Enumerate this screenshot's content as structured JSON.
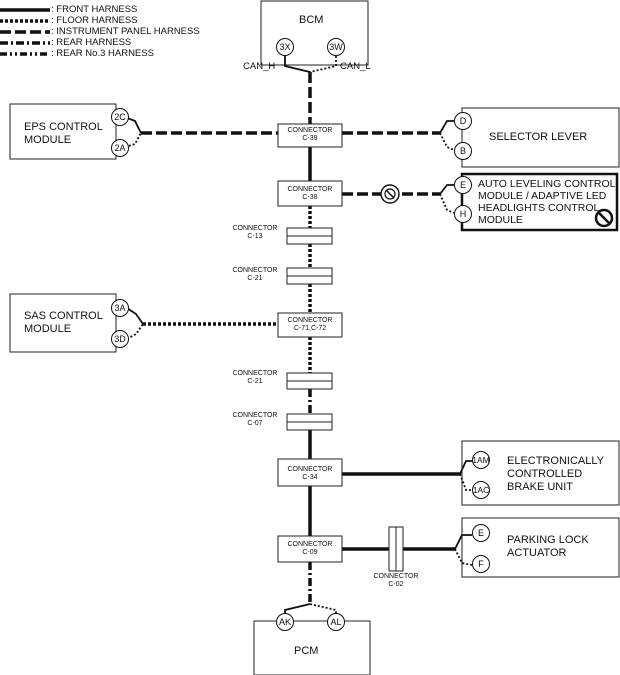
{
  "legend": [
    {
      "label": ": FRONT HARNESS",
      "style": "front"
    },
    {
      "label": ": FLOOR HARNESS",
      "style": "floor"
    },
    {
      "label": ": INSTRUMENT PANEL HARNESS",
      "style": "ip"
    },
    {
      "label": ": REAR HARNESS",
      "style": "rear"
    },
    {
      "label": ": REAR No.3 HARNESS",
      "style": "rear3"
    }
  ],
  "modules": {
    "bcm": "BCM",
    "eps": "EPS CONTROL\nMODULE",
    "selector": "SELECTOR LEVER",
    "auto_leveling": "AUTO LEVELING CONTROL\nMODULE / ADAPTIVE LED\nHEADLIGHTS CONTROL\nMODULE",
    "sas": "SAS CONTROL\nMODULE",
    "brake": "ELECTRONICALLY\nCONTROLLED\nBRAKE UNIT",
    "parking": "PARKING LOCK\nACTUATOR",
    "pcm": "PCM"
  },
  "pins": {
    "bcm_h": "3X",
    "bcm_l": "3W",
    "eps_1": "2C",
    "eps_2": "2A",
    "sel_1": "D",
    "sel_2": "B",
    "al_1": "E",
    "al_2": "H",
    "sas_1": "3A",
    "sas_2": "3D",
    "brk_1": "1AM",
    "brk_2": "1AC",
    "pl_1": "E",
    "pl_2": "F",
    "pcm_1": "AK",
    "pcm_2": "AL"
  },
  "captions": {
    "can_h": "CAN_H",
    "can_l": "CAN_L"
  },
  "connectors": {
    "c39": "CONNECTOR\nC-39",
    "c38": "CONNECTOR\nC-38",
    "c13": "CONNECTOR\nC-13",
    "c21a": "CONNECTOR\nC-21",
    "c71": "CONNECTOR\nC-71,C-72",
    "c21b": "CONNECTOR\nC-21",
    "c07": "CONNECTOR\nC-07",
    "c34": "CONNECTOR\nC-34",
    "c09": "CONNECTOR\nC-09",
    "c02": "CONNECTOR\nC-02"
  }
}
